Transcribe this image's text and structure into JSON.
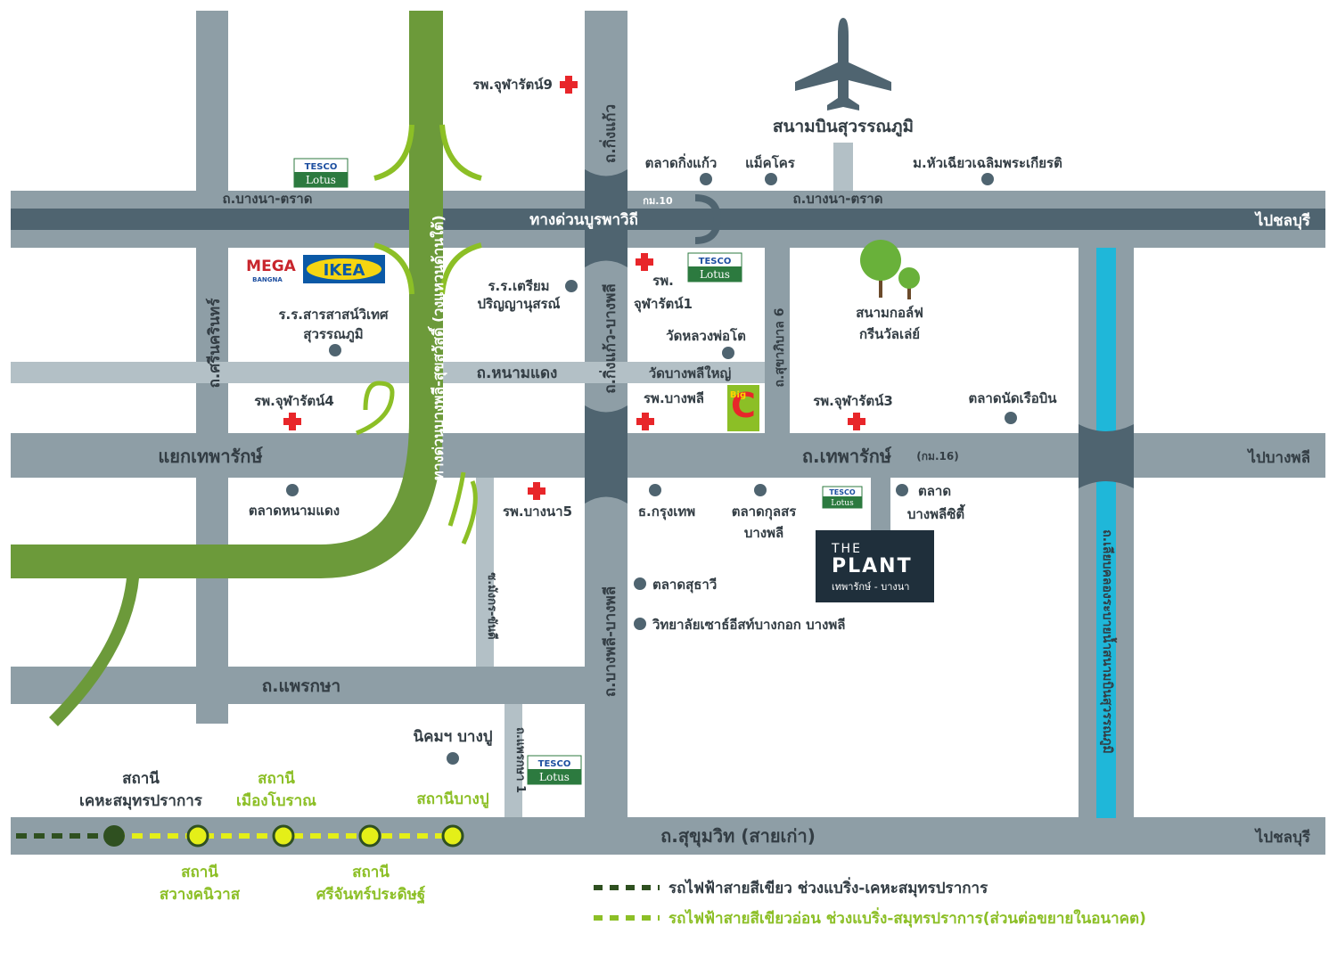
{
  "colors": {
    "road": "#8e9ea6",
    "road_light": "#b3c0c6",
    "expressway": "#4f6470",
    "green_road": "#6c9a3a",
    "green_line": "#8cbf26",
    "canal": "#1fb7d9",
    "plant_bg": "#1f2f3b",
    "hospital": "#e8262a",
    "poi": "#4f6470"
  },
  "roads": {
    "bangna_trad_left": "ถ.บางนา-ตราด",
    "bangna_trad_right": "ถ.บางนา-ตราด",
    "burapha_withi": "ทางด่วนบูรพาวิถี",
    "to_chonburi_top": "ไปชลบุรี",
    "km10": "กม.10",
    "kingkaew_top": "ถ.กิ่งแก้ว",
    "kingkaew_bangphli": "ถ.กิ่งแก้ว-บางพลี",
    "kingkaew_bangphli_2": "ถ.กิ่งแก้ว-บางพลี",
    "bangphli_bangphli": "ถ.บางพลี-บางพลี",
    "srinakarin": "ถ.ศรีนครินทร์",
    "nongmaeng": "ถ.หนามแดง",
    "sukhapiban6": "ถ.สุขาภิบาล 6",
    "thepharak_junction": "แยกเทพารักษ์",
    "thepharak": "ถ.เทพารักษ์",
    "km16": "(กม.16)",
    "to_bangphli": "ไปบางพลี",
    "outer_ring": "ทางด่วนบางพลี-สุขสวัสดิ์ (วงแหวนด้านใต้)",
    "makkarajan": "ซ.มังกร-ขันดี",
    "phraekasa": "ถ.แพรกษา",
    "phraeksa_1": "ถ.แพรกษา 1",
    "canal_road": "ถ.เลียบคลองระบายน้ำสนามบินสุวรรณภูมิ",
    "sukhumvit": "ถ.สุขุมวิท (สายเก่า)",
    "to_chonburi_bottom": "ไปชลบุรี"
  },
  "places": {
    "airport": "สนามบินสุวรรณภูมิ",
    "chularat9": "รพ.จุฬารัตน์9",
    "talad_kingkaew": "ตลาดกิ่งแก้ว",
    "makro": "แม็คโคร",
    "hua_chiew": "ม.หัวเฉียวเฉลิมพระเกียรติ",
    "tesco_brand": "TESCO",
    "lotus_brand": "Lotus",
    "mega_brand": "MEGA",
    "mega_sub": "BANGNA",
    "ikea": "IKEA",
    "triamudom": "ร.ร.เตรียม",
    "triamudom_2": "ปริญญานุสรณ์",
    "chularat1": "รพ.",
    "chularat1_2": "จุฬารัตน์1",
    "golf": "สนามกอล์ฟ",
    "golf_2": "กรีนวัลเล่ย์",
    "sarasas": "ร.ร.สารสาสน์วิเทศ",
    "sarasas_2": "สุวรรณภูมิ",
    "wat_luangphoto": "วัดหลวงพ่อโต",
    "wat_bangphli": "วัดบางพลีใหญ่",
    "bangphli_hosp": "รพ.บางพลี",
    "bigc_brand": "Big",
    "chularat4": "รพ.จุฬารัตน์4",
    "chularat3": "รพ.จุฬารัตน์3",
    "talad_nat": "ตลาดนัดเรือบิน",
    "talad_nongmaeng": "ตลาดหนามแดง",
    "bangna5": "รพ.บางนา5",
    "krungthep": "ธ.กรุงเทพ",
    "talad_kulsorn": "ตลาดกุลสร",
    "talad_kulsorn_2": "บางพลี",
    "talad_bangphli_city": "ตลาด",
    "talad_bangphli_city_2": "บางพลีซิตี้",
    "plant_the": "THE",
    "plant_name": "PLANT",
    "plant_sub": "เทพารักษ์ - บางนา",
    "talad_suthawee": "ตลาดสุธาวี",
    "hsu": "วิทยาลัยเซาธ์อีสท์บางกอก บางพลี",
    "nikhom": "นิคมฯ บางปู"
  },
  "stations": {
    "kheha_1": "สถานี",
    "kheha_2": "เคหะสมุทรปราการ",
    "muang_1": "สถานี",
    "muang_2": "เมืองโบราณ",
    "bangpu": "สถานีบางปู",
    "sawang_1": "สถานี",
    "sawang_2": "สวางคนิวาส",
    "srichan_1": "สถานี",
    "srichan_2": "ศรีจันทร์ประดิษฐ์"
  },
  "legend": {
    "dark_green": "รถไฟฟ้าสายสีเขียว ช่วงแบริ่ง-เคหะสมุทรปราการ",
    "light_green": "รถไฟฟ้าสายสีเขียวอ่อน ช่วงแบริ่ง-สมุทรปราการ(ส่วนต่อขยายในอนาคต)"
  }
}
